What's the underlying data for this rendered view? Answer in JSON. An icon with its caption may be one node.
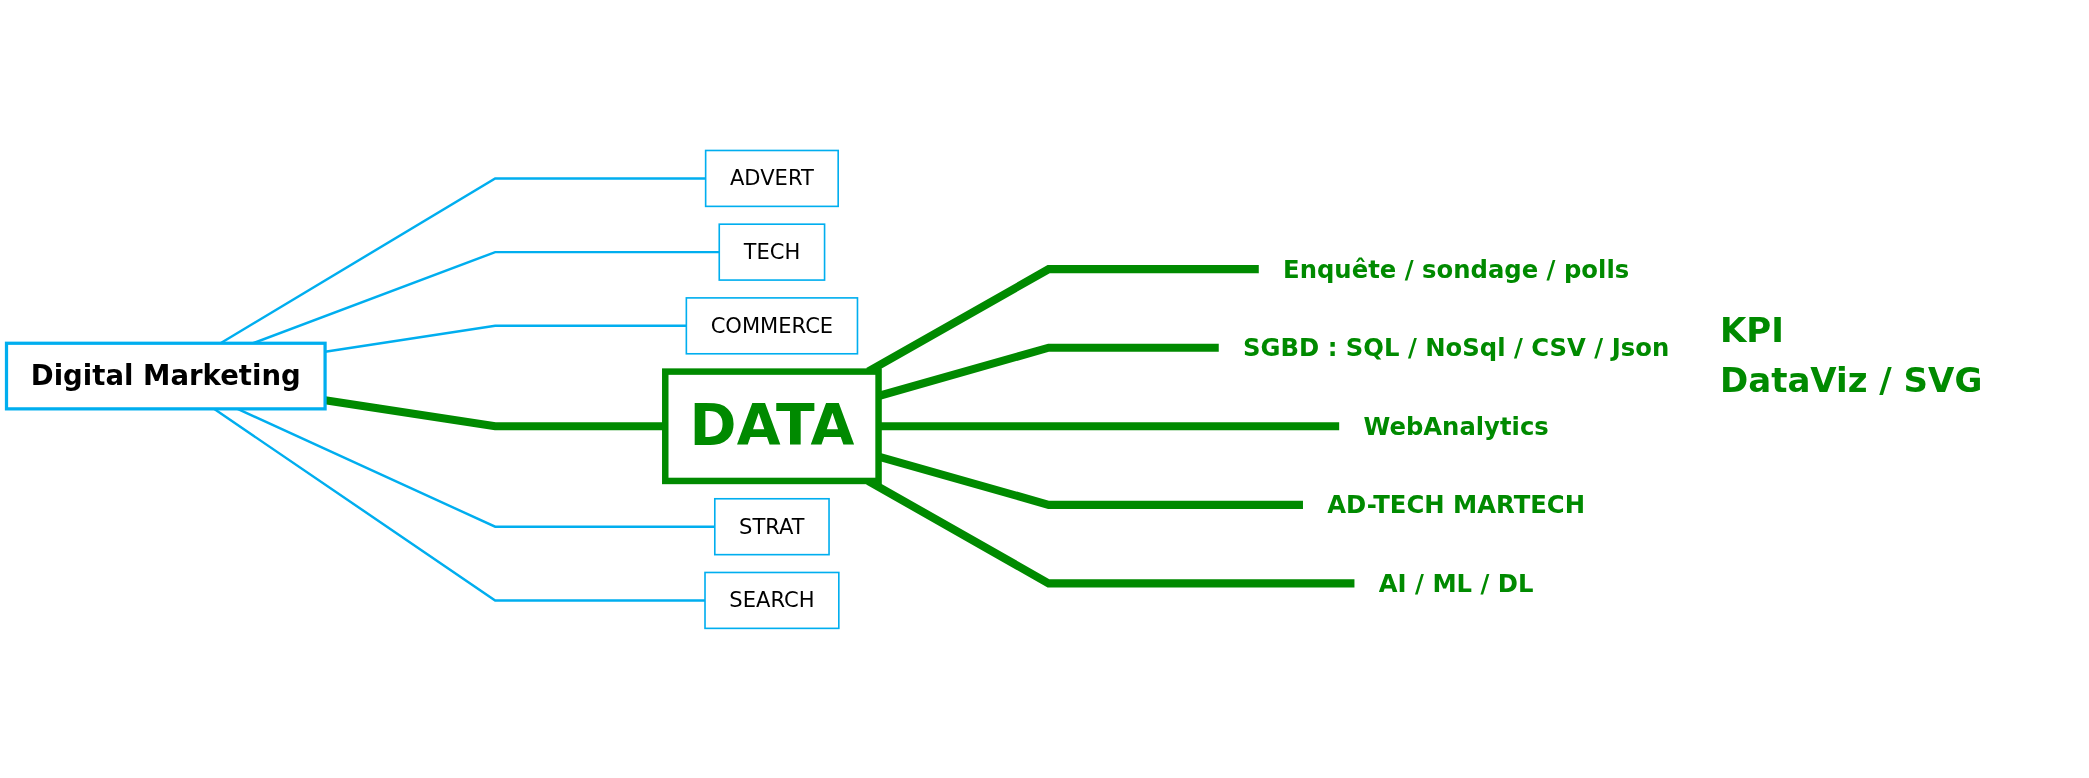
{
  "diagram": {
    "nodes": [
      {
        "text": [
          "Digital Marketing"
        ]
      },
      {
        "text": [
          "ADVERT"
        ]
      },
      {
        "text": [
          "TECH"
        ]
      },
      {
        "text": [
          "COMMERCE"
        ]
      },
      {
        "text": [
          "STRAT"
        ]
      },
      {
        "text": [
          "SEARCH"
        ]
      },
      {
        "text": [
          "DATA"
        ]
      },
      {
        "text": [
          "Enquête / sondage / polls"
        ]
      },
      {
        "text": [
          "SGBD : SQL / NoSql / CSV / Json"
        ]
      },
      {
        "text": [
          "WebAnalytics"
        ]
      },
      {
        "text": [
          "AD-TECH MARTECH"
        ]
      },
      {
        "text": [
          "AI / ML / DL"
        ]
      }
    ],
    "edges": [
      {
        "from": 0,
        "to": 1,
        "arrow": "none",
        "color": "#00aeef"
      },
      {
        "from": 0,
        "to": 2,
        "arrow": "none",
        "color": "#00aeef"
      },
      {
        "from": 0,
        "to": 3,
        "arrow": "none",
        "color": "#00aeef"
      },
      {
        "from": 0,
        "to": 4,
        "arrow": "none",
        "color": "#00aeef"
      },
      {
        "from": 0,
        "to": 5,
        "arrow": "none",
        "color": "#00aeef"
      },
      {
        "from": 0,
        "to": 6,
        "arrow": "none",
        "color": "#008a00"
      },
      {
        "from": 6,
        "to": 7,
        "arrow": "none",
        "color": "#008a00"
      },
      {
        "from": 6,
        "to": 8,
        "arrow": "none",
        "color": "#008a00"
      },
      {
        "from": 6,
        "to": 9,
        "arrow": "none",
        "color": "#008a00"
      },
      {
        "from": 6,
        "to": 10,
        "arrow": "none",
        "color": "#008a00"
      },
      {
        "from": 6,
        "to": 11,
        "arrow": "none",
        "color": "#008a00"
      }
    ],
    "labels": [
      "KPI",
      "DataViz / SVG"
    ]
  }
}
